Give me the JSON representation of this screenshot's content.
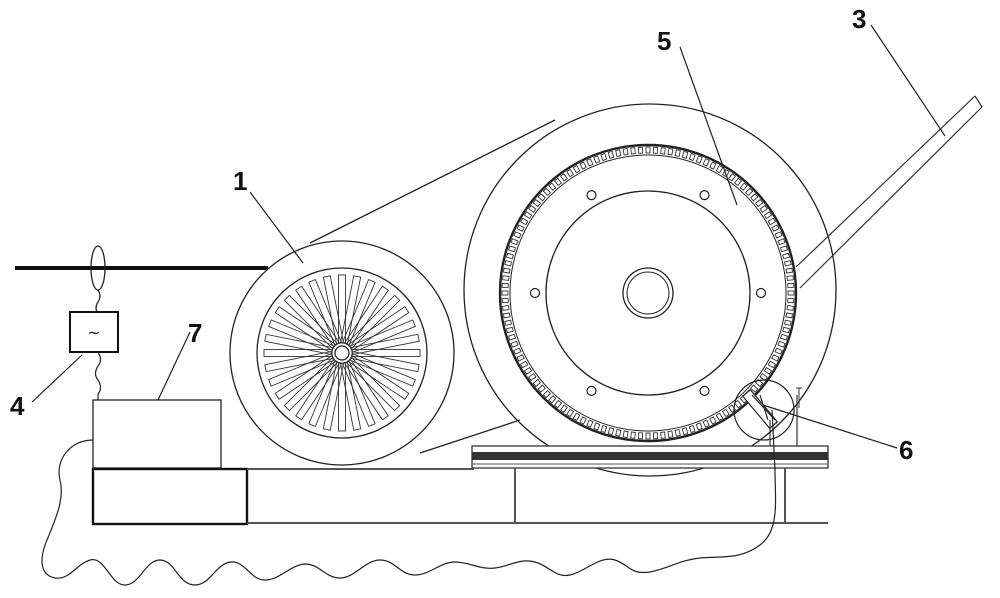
{
  "figure": {
    "type": "patent-technical-drawing",
    "stroke_color": "#222222",
    "background": "#ffffff"
  },
  "labels": [
    {
      "id": "1",
      "text": "1",
      "refers_to": "small-pulley-with-spokes"
    },
    {
      "id": "3",
      "text": "3",
      "refers_to": "inclined-rod"
    },
    {
      "id": "4",
      "text": "4",
      "refers_to": "ac-power-box"
    },
    {
      "id": "5",
      "text": "5",
      "refers_to": "large-toothed-wheel"
    },
    {
      "id": "6",
      "text": "6",
      "refers_to": "sensor-bracket"
    },
    {
      "id": "7",
      "text": "7",
      "refers_to": "control-box"
    }
  ],
  "symbols": {
    "ac_symbol": "~"
  },
  "details": {
    "small_pulley_spoke_count": 32,
    "large_wheel_bolt_holes": 6,
    "large_wheel_tooth_count": 120
  }
}
